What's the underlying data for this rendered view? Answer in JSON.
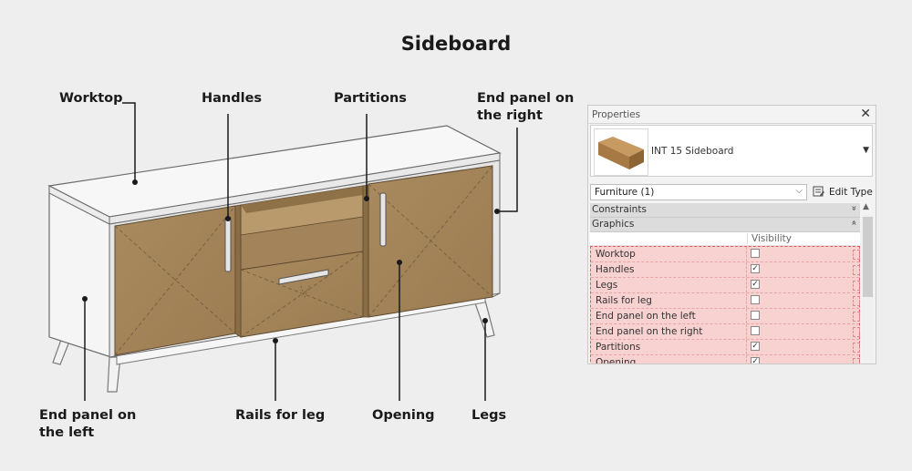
{
  "title": "Sideboard",
  "callouts": {
    "worktop": "Worktop",
    "handles": "Handles",
    "partitions": "Partitions",
    "end_panel_right_1": "End panel on",
    "end_panel_right_2": "the right",
    "end_panel_left_1": "End panel on",
    "end_panel_left_2": "the left",
    "rails_for_leg": "Rails for leg",
    "opening": "Opening",
    "legs": "Legs"
  },
  "properties": {
    "header": "Properties",
    "close_glyph": "✕",
    "type_name": "INT 15 Sideboard",
    "type_caret": "▼",
    "filter": "Furniture (1)",
    "filter_chevron": "⌵",
    "edit_type": "Edit Type",
    "sections": [
      {
        "label": "Constraints",
        "chevron": "»"
      },
      {
        "label": "Graphics",
        "chevron": "«"
      }
    ],
    "scroll_up": "▲",
    "visibility_header": "Visibility",
    "rows": [
      {
        "name": "Worktop",
        "checked": ""
      },
      {
        "name": "Handles",
        "checked": "✓"
      },
      {
        "name": "Legs",
        "checked": "✓"
      },
      {
        "name": "Rails for leg",
        "checked": ""
      },
      {
        "name": "End panel on the left",
        "checked": ""
      },
      {
        "name": "End panel on the right",
        "checked": ""
      },
      {
        "name": "Partitions",
        "checked": "✓"
      },
      {
        "name": "Opening",
        "checked": "✓"
      }
    ]
  },
  "colors": {
    "background": "#eeeeee",
    "wood": "#a58559",
    "carcass": "#f4f4f4",
    "highlight_row": "#f8d1d1",
    "highlight_border": "#e25a5a"
  }
}
